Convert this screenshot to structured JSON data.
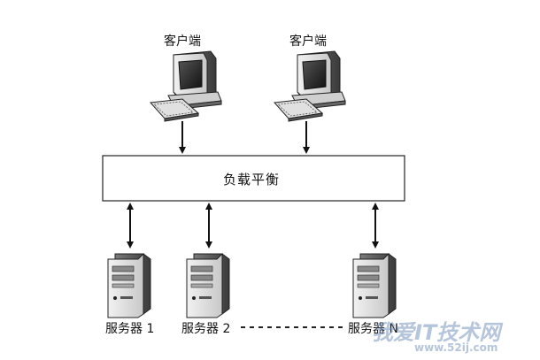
{
  "clients": [
    {
      "label": "客户端"
    },
    {
      "label": "客户端"
    }
  ],
  "load_balancer": {
    "label": "负载平衡"
  },
  "servers": [
    {
      "label": "服务器 1"
    },
    {
      "label": "服务器 2"
    },
    {
      "label": "服务器 N"
    }
  ],
  "watermark": {
    "name": "我爱IT技术网",
    "url": "www.52ij.com"
  }
}
